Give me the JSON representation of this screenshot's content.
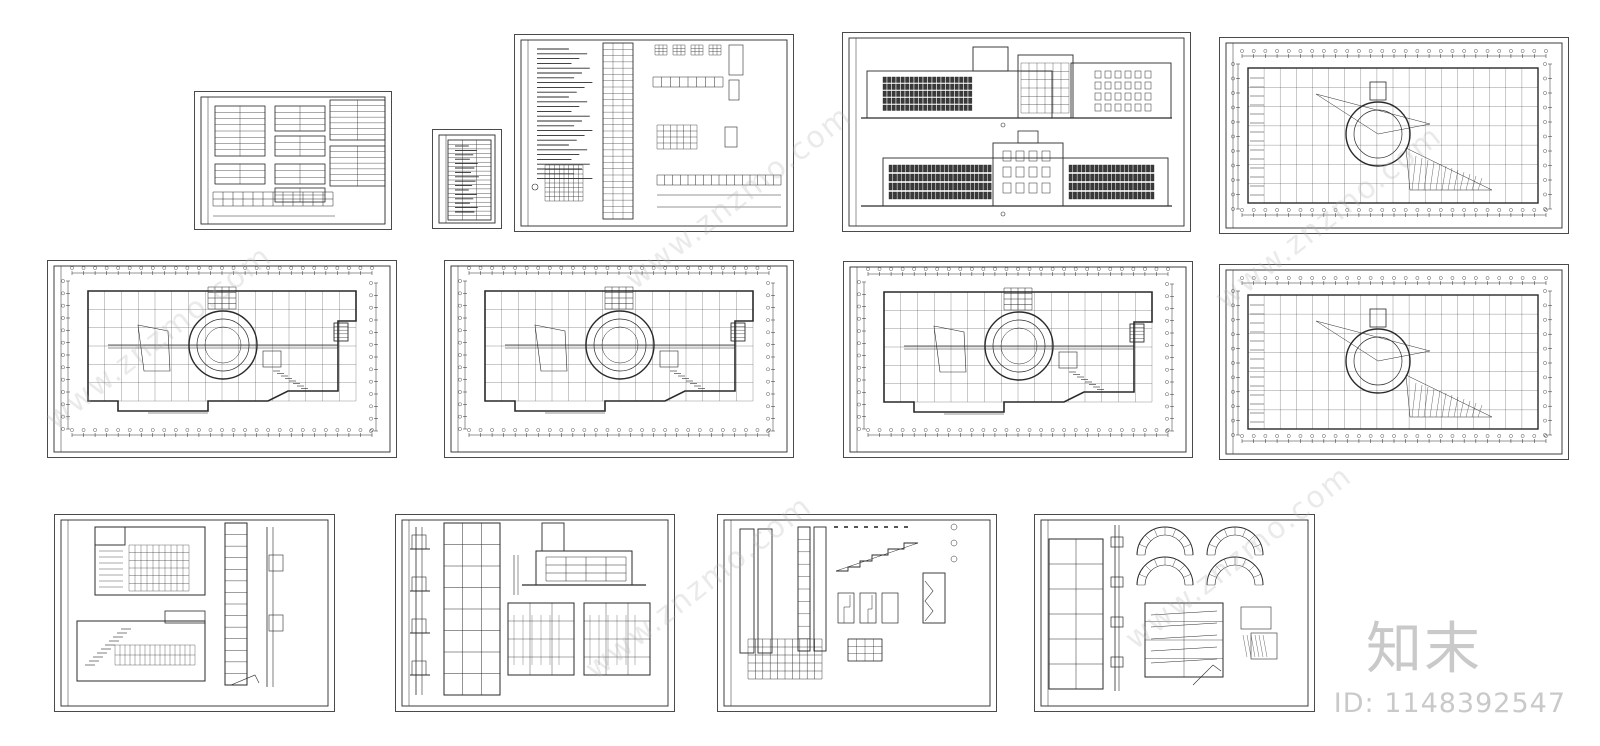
{
  "brand": {
    "name": "知末",
    "id_label": "ID: 1148392547"
  },
  "watermark": {
    "text": "www.znzmo.com"
  },
  "colors": {
    "line": "#2a2a2a",
    "brand_gray": "#c9c9c9",
    "sheet_border": "#4a4a4a"
  },
  "sheets": [
    {
      "key": "s1",
      "kind": "schedule"
    },
    {
      "key": "s2",
      "kind": "table"
    },
    {
      "key": "s3",
      "kind": "notes"
    },
    {
      "key": "s4",
      "kind": "elevation"
    },
    {
      "key": "s5",
      "kind": "roof"
    },
    {
      "key": "s6",
      "kind": "plan"
    },
    {
      "key": "s7",
      "kind": "plan"
    },
    {
      "key": "s8",
      "kind": "plan"
    },
    {
      "key": "s9",
      "kind": "roof"
    },
    {
      "key": "s10",
      "kind": "sideelev"
    },
    {
      "key": "s11",
      "kind": "section"
    },
    {
      "key": "s12",
      "kind": "stair"
    },
    {
      "key": "s13",
      "kind": "detail"
    }
  ]
}
